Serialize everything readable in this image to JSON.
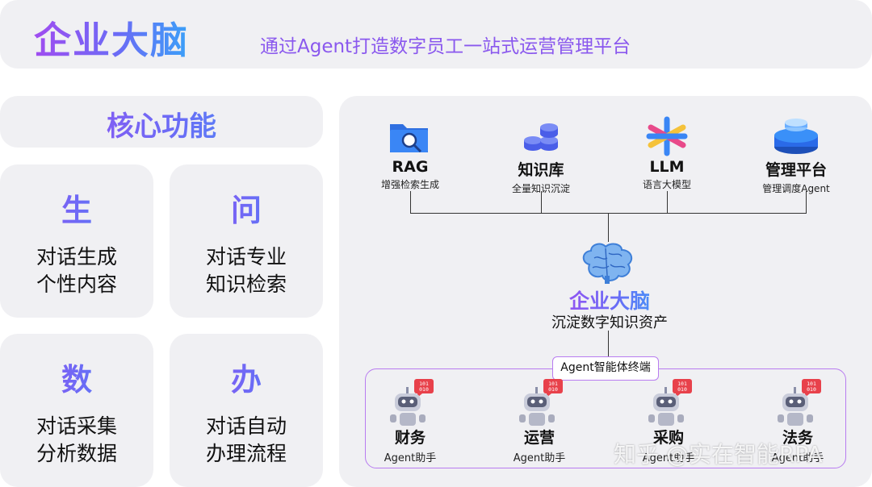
{
  "header": {
    "brand": "企业大脑",
    "subtitle": "通过Agent打造数字员工一站式运营管理平台"
  },
  "core": {
    "title": "核心功能",
    "cards": [
      {
        "char": "生",
        "line1": "对话生成",
        "line2": "个性内容"
      },
      {
        "char": "问",
        "line1": "对话专业",
        "line2": "知识检索"
      },
      {
        "char": "数",
        "line1": "对话采集",
        "line2": "分析数据"
      },
      {
        "char": "办",
        "line1": "对话自动",
        "line2": "办理流程"
      }
    ]
  },
  "diagram": {
    "sources": [
      {
        "name": "RAG",
        "desc": "增强检索生成",
        "icon": "folder-search-icon"
      },
      {
        "name": "知识库",
        "desc": "全量知识沉淀",
        "icon": "database-icon"
      },
      {
        "name": "LLM",
        "desc": "语言大模型",
        "icon": "llm-star-icon"
      },
      {
        "name": "管理平台",
        "desc": "管理调度Agent",
        "icon": "platform-disk-icon"
      }
    ],
    "center": {
      "title": "企业大脑",
      "subtitle": "沉淀数字知识资产",
      "icon": "brain-icon"
    },
    "terminal_label": "Agent智能体终端",
    "agents": [
      {
        "name": "财务",
        "desc": "Agent助手",
        "badge": "101 010"
      },
      {
        "name": "运营",
        "desc": "Agent助手",
        "badge": "101 010"
      },
      {
        "name": "采购",
        "desc": "Agent助手",
        "badge": "101 010"
      },
      {
        "name": "法务",
        "desc": "Agent助手",
        "badge": "101 010"
      }
    ]
  },
  "watermark": "知乎 @实在智能RPA",
  "colors": {
    "accent_purple": "#a04cf0",
    "accent_blue": "#3aa0f8",
    "panel_bg": "#f0f0f3",
    "badge_red": "#e8414b"
  }
}
